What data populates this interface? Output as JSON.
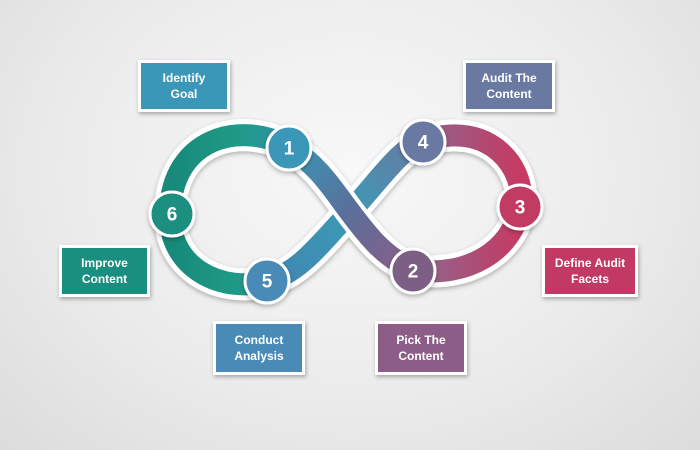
{
  "colors": {
    "teal": "#1a8f80",
    "teal_blue": "#3a97b8",
    "blue": "#4a8ab6",
    "slate": "#6a79a2",
    "plum": "#8c5d86",
    "crimson": "#c23a64"
  },
  "steps": [
    {
      "number": "1",
      "label_lines": [
        "Identify",
        "Goal"
      ]
    },
    {
      "number": "2",
      "label_lines": [
        "Pick The",
        "Content"
      ]
    },
    {
      "number": "3",
      "label_lines": [
        "Define Audit",
        "Facets"
      ]
    },
    {
      "number": "4",
      "label_lines": [
        "Audit The",
        "Content"
      ]
    },
    {
      "number": "5",
      "label_lines": [
        "Conduct",
        "Analysis"
      ]
    },
    {
      "number": "6",
      "label_lines": [
        "Improve",
        "Content"
      ]
    }
  ]
}
